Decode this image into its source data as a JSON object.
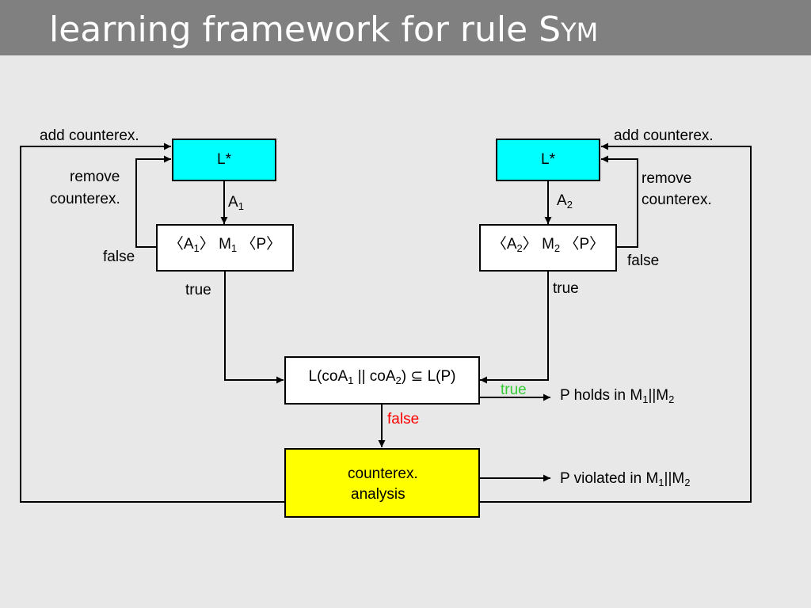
{
  "slide": {
    "title_main": "learning framework for rule S",
    "title_sc": "YM"
  },
  "left": {
    "learner": "L*",
    "add_counterex": "add counterex.",
    "remove_counterex_1": "remove",
    "remove_counterex_2": "counterex.",
    "assumption": "A",
    "assumption_sub": "1",
    "check_a": "A",
    "check_a_sub": "1",
    "check_m": "M",
    "check_m_sub": "1",
    "check_p": "P",
    "false_label": "false",
    "true_label": "true"
  },
  "right": {
    "learner": "L*",
    "add_counterex": "add counterex.",
    "remove_counterex_1": "remove",
    "remove_counterex_2": "counterex.",
    "assumption": "A",
    "assumption_sub": "2",
    "check_a": "A",
    "check_a_sub": "2",
    "check_m": "M",
    "check_m_sub": "2",
    "check_p": "P",
    "false_label": "false",
    "true_label": "true"
  },
  "language_check": {
    "prefix": "L(coA",
    "sub1": "1",
    "mid": " || coA",
    "sub2": "2",
    "suffix": ") ⊆ L(P)",
    "true_label": "true",
    "false_label": "false"
  },
  "analysis": {
    "line1": "counterex.",
    "line2": "analysis"
  },
  "outcomes": {
    "holds_prefix": "P holds in M",
    "holds_sub1": "1",
    "holds_mid": "||M",
    "holds_sub2": "2",
    "violated_prefix": "P violated in M",
    "violated_sub1": "1",
    "violated_mid": "||M",
    "violated_sub2": "2"
  },
  "colors": {
    "learner_fill": "#00ffff",
    "analysis_fill": "#ffff00",
    "true_green": "#33cc33",
    "false_red": "#ff0000",
    "title_bar": "#808080"
  }
}
